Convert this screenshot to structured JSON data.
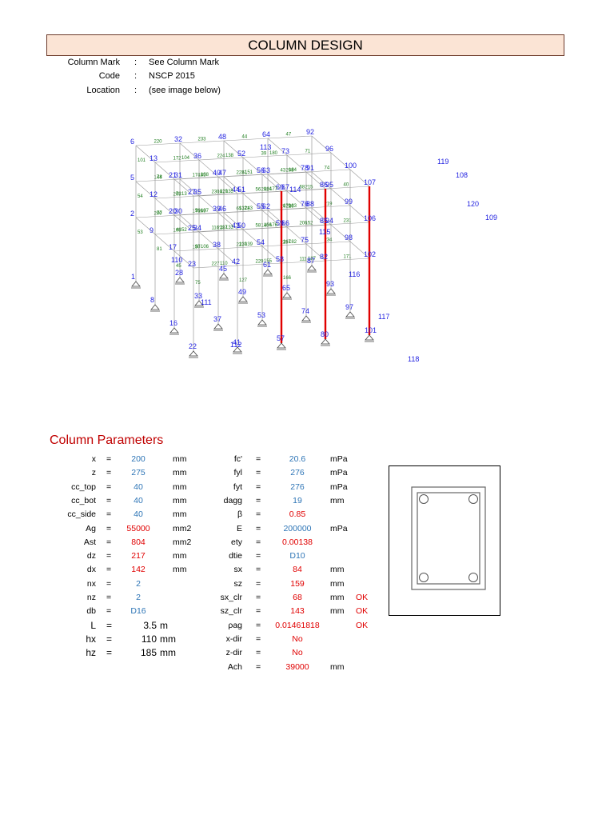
{
  "header": {
    "title": "COLUMN DESIGN"
  },
  "info": [
    {
      "label": "Column Mark",
      "value": "See Column Mark"
    },
    {
      "label": "Code",
      "value": "NSCP 2015"
    },
    {
      "label": "Location",
      "value": "(see image below)"
    }
  ],
  "section_title": "Column Parameters",
  "params_left": [
    {
      "label": "x",
      "eq": "=",
      "value": "200",
      "unit": "mm",
      "color": "blue"
    },
    {
      "label": "z",
      "eq": "=",
      "value": "275",
      "unit": "mm",
      "color": "blue"
    },
    {
      "label": "cc_top",
      "eq": "=",
      "value": "40",
      "unit": "mm",
      "color": "blue"
    },
    {
      "label": "cc_bot",
      "eq": "=",
      "value": "40",
      "unit": "mm",
      "color": "blue"
    },
    {
      "label": "cc_side",
      "eq": "=",
      "value": "40",
      "unit": "mm",
      "color": "blue"
    },
    {
      "label": "Ag",
      "eq": "=",
      "value": "55000",
      "unit": "mm2",
      "color": "red"
    },
    {
      "label": "Ast",
      "eq": "=",
      "value": "804",
      "unit": "mm2",
      "color": "red"
    },
    {
      "label": "dz",
      "eq": "=",
      "value": "217",
      "unit": "mm",
      "color": "red"
    },
    {
      "label": "dx",
      "eq": "=",
      "value": "142",
      "unit": "mm",
      "color": "red"
    },
    {
      "label": "nx",
      "eq": "=",
      "value": "2",
      "unit": "",
      "color": "blue"
    },
    {
      "label": "nz",
      "eq": "=",
      "value": "2",
      "unit": "",
      "color": "blue"
    },
    {
      "label": "db",
      "eq": "=",
      "value": "D16",
      "unit": "",
      "color": "blue"
    },
    {
      "label": "L",
      "eq": "=",
      "value": "3.5",
      "unit": "m",
      "color": "black"
    },
    {
      "label": "hx",
      "eq": "=",
      "value": "110",
      "unit": "mm",
      "color": "black"
    },
    {
      "label": "hz",
      "eq": "=",
      "value": "185",
      "unit": "mm",
      "color": "black"
    }
  ],
  "params_right": [
    {
      "label": "fc'",
      "eq": "=",
      "value": "20.6",
      "unit": "mPa",
      "ok": "",
      "color": "blue"
    },
    {
      "label": "fyl",
      "eq": "=",
      "value": "276",
      "unit": "mPa",
      "ok": "",
      "color": "blue"
    },
    {
      "label": "fyt",
      "eq": "=",
      "value": "276",
      "unit": "mPa",
      "ok": "",
      "color": "blue"
    },
    {
      "label": "dagg",
      "eq": "=",
      "value": "19",
      "unit": "mm",
      "ok": "",
      "color": "blue"
    },
    {
      "label": "β",
      "eq": "=",
      "value": "0.85",
      "unit": "",
      "ok": "",
      "color": "red"
    },
    {
      "label": "E",
      "eq": "=",
      "value": "200000",
      "unit": "mPa",
      "ok": "",
      "color": "blue"
    },
    {
      "label": "ety",
      "eq": "=",
      "value": "0.00138",
      "unit": "",
      "ok": "",
      "color": "red"
    },
    {
      "label": "dtie",
      "eq": "=",
      "value": "D10",
      "unit": "",
      "ok": "",
      "color": "blue"
    },
    {
      "label": "sx",
      "eq": "=",
      "value": "84",
      "unit": "mm",
      "ok": "",
      "color": "red"
    },
    {
      "label": "sz",
      "eq": "=",
      "value": "159",
      "unit": "mm",
      "ok": "",
      "color": "red"
    },
    {
      "label": "sx_clr",
      "eq": "=",
      "value": "68",
      "unit": "mm",
      "ok": "OK",
      "color": "red"
    },
    {
      "label": "sz_clr",
      "eq": "=",
      "value": "143",
      "unit": "mm",
      "ok": "OK",
      "color": "red"
    },
    {
      "label": "ρag",
      "eq": "=",
      "value": "0.01461818",
      "unit": "",
      "ok": "OK",
      "color": "red"
    },
    {
      "label": "x-dir",
      "eq": "=",
      "value": "No",
      "unit": "",
      "ok": "",
      "color": "red"
    },
    {
      "label": "z-dir",
      "eq": "=",
      "value": "No",
      "unit": "",
      "ok": "",
      "color": "red"
    },
    {
      "label": "Ach",
      "eq": "=",
      "value": "39000",
      "unit": "mm",
      "ok": "",
      "color": "red"
    }
  ],
  "frame_nodes": [
    "1",
    "2",
    "5",
    "6",
    "8",
    "9",
    "12",
    "13",
    "16",
    "17",
    "20",
    "21",
    "22",
    "23",
    "25",
    "27",
    "28",
    "30",
    "31",
    "32",
    "33",
    "34",
    "35",
    "36",
    "37",
    "38",
    "39",
    "40",
    "41",
    "42",
    "43",
    "44",
    "45",
    "46",
    "47",
    "48",
    "49",
    "50",
    "51",
    "52",
    "53",
    "54",
    "55",
    "56",
    "57",
    "58",
    "59",
    "60",
    "61",
    "62",
    "63",
    "64",
    "65",
    "66",
    "67",
    "73",
    "74",
    "75",
    "76",
    "78",
    "80",
    "82",
    "85",
    "86",
    "87",
    "88",
    "91",
    "92",
    "93",
    "94",
    "95",
    "96",
    "97",
    "98",
    "99",
    "100",
    "101",
    "102",
    "106",
    "107",
    "108",
    "109",
    "110",
    "111",
    "112",
    "113",
    "114",
    "115",
    "116",
    "117",
    "118",
    "119",
    "120"
  ],
  "frame_labels": [
    "200",
    "105",
    "150",
    "227",
    "169",
    "228",
    "221",
    "229",
    "173",
    "140",
    "225",
    "111",
    "226",
    "152",
    "234",
    "171",
    "144",
    "205",
    "175",
    "116",
    "185",
    "181",
    "65",
    "58",
    "61",
    "202",
    "201",
    "206",
    "208",
    "215",
    "219",
    "231",
    "220",
    "172",
    "174",
    "230",
    "233",
    "224",
    "223",
    "56",
    "44",
    "39",
    "43",
    "68",
    "47",
    "71",
    "74",
    "40",
    "53",
    "54",
    "101",
    "81",
    "77",
    "78",
    "45",
    "48",
    "72",
    "75",
    "97",
    "50",
    "52",
    "13",
    "104",
    "106",
    "107",
    "108",
    "110",
    "117",
    "120",
    "127",
    "130",
    "132",
    "133",
    "135",
    "138",
    "139",
    "143",
    "151",
    "155",
    "156",
    "164",
    "166",
    "167",
    "170",
    "176",
    "177",
    "180",
    "182",
    "183",
    "184",
    "187"
  ],
  "colors": {
    "node": "#1f1fe0",
    "member": "#1e7d1e",
    "highlight": "#e00000",
    "structure": "#999999"
  }
}
